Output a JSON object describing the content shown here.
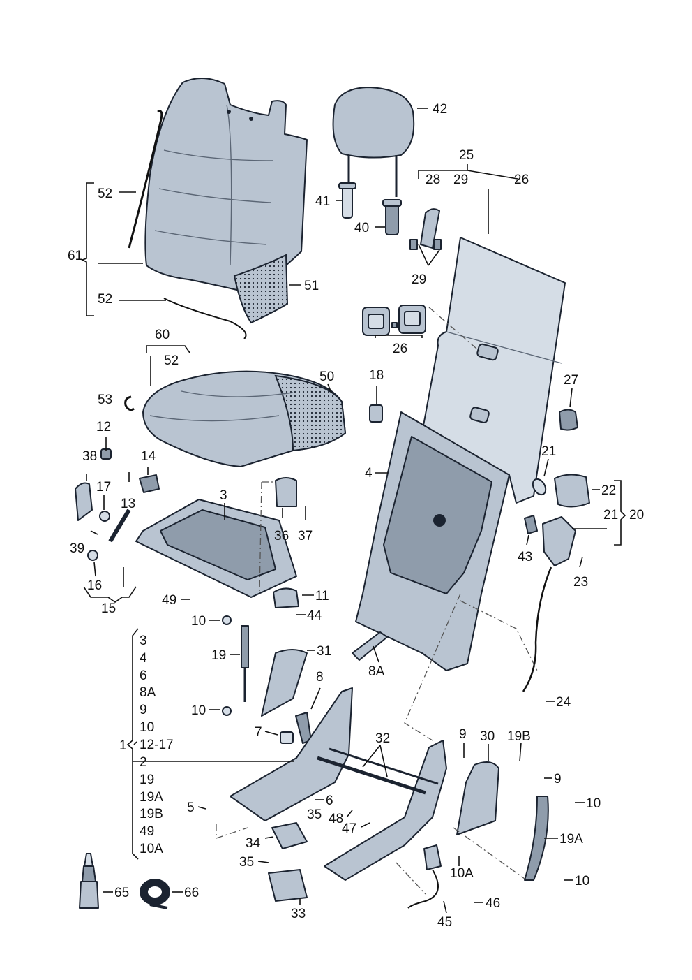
{
  "labels": {
    "p61": "61",
    "p52a": "52",
    "p52b": "52",
    "p51": "51",
    "p42": "42",
    "p41": "41",
    "p40": "40",
    "p25": "25",
    "p28": "28",
    "p29a": "29",
    "p26a": "26",
    "p29b": "29",
    "p26b": "26",
    "p60": "60",
    "p52c": "52",
    "p53": "53",
    "p50": "50",
    "p18": "18",
    "p27": "27",
    "p4": "4",
    "p12": "12",
    "p38": "38",
    "p14": "14",
    "p17": "17",
    "p13": "13",
    "p3": "3",
    "p36": "36",
    "p37": "37",
    "p21a": "21",
    "p22": "22",
    "p21b": "21",
    "p20": "20",
    "p43": "43",
    "p23": "23",
    "p39": "39",
    "p16": "16",
    "p15": "15",
    "p49": "49",
    "p11": "11",
    "p10a": "10",
    "p44": "44",
    "p19": "19",
    "p31": "31",
    "p8A": "8A",
    "p8": "8",
    "p10b": "10",
    "p24": "24",
    "p7": "7",
    "p32": "32",
    "p9a": "9",
    "p30": "30",
    "p19B": "19B",
    "p9b": "9",
    "p10c": "10",
    "p5": "5",
    "p6": "6",
    "p35a": "35",
    "p48": "48",
    "p47": "47",
    "p34": "34",
    "p19A": "19A",
    "p10A": "10A",
    "p10d": "10",
    "p35b": "35",
    "p33": "33",
    "p46": "46",
    "p45": "45",
    "p65": "65",
    "p66": "66",
    "p1": "1"
  },
  "group_list": [
    "3",
    "4",
    "6",
    "8A",
    "9",
    "10",
    "12-17",
    "2",
    "19",
    "19A",
    "19B",
    "49",
    "10A"
  ]
}
